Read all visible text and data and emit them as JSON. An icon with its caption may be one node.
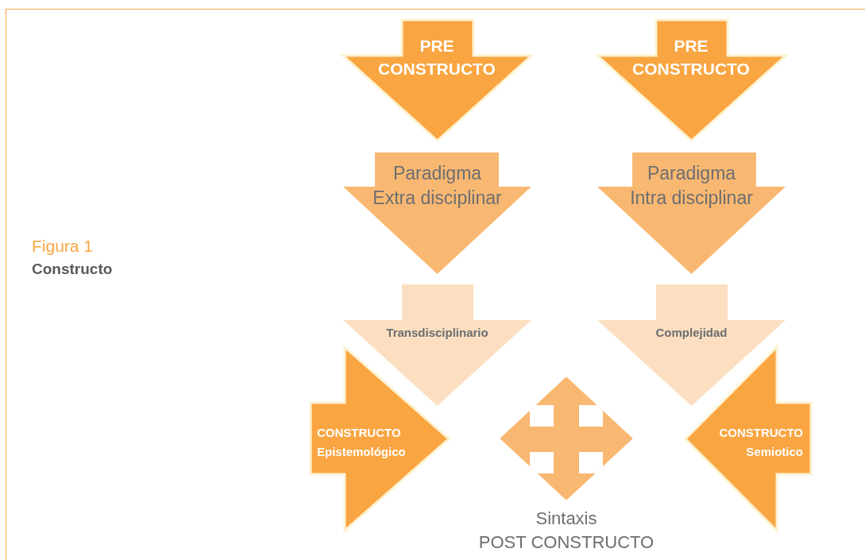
{
  "diagram": {
    "nodes": [
      {
        "text": [
          "PRE CONSTRUCTO"
        ]
      },
      {
        "text": [
          "PRE CONSTRUCTO"
        ]
      },
      {
        "text": [
          "Paradigma",
          "Extra disciplinar"
        ]
      },
      {
        "text": [
          "Paradigma",
          "Intra disciplinar"
        ]
      },
      {
        "text": [
          "Transdisciplinario"
        ]
      },
      {
        "text": [
          "Complejidad"
        ]
      },
      {
        "text": [
          "CONSTRUCTO Epistemológico"
        ]
      },
      {
        "text": [
          "Sintaxis",
          "POST CONSTRUCTO"
        ]
      },
      {
        "text": [
          "CONSTRUCTO Semiotico"
        ]
      }
    ],
    "labels": [
      "Figura 1",
      "Constructo"
    ]
  }
}
